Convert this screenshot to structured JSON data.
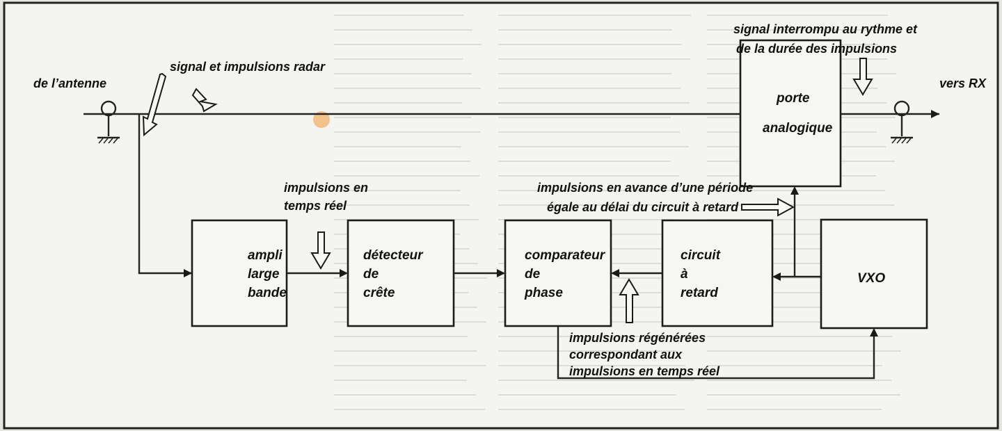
{
  "labels": {
    "antenna": "de l’antenne",
    "signal_pulses": "signal et impulsions radar",
    "rx": "vers RX",
    "gate_note_1": "signal interrompu au rythme et",
    "gate_note_2": "de la durée des impulsions",
    "realtime_1": "impulsions en",
    "realtime_2": "temps réel",
    "advance_1": "impulsions en avance d’une période",
    "advance_2": "égale au délai du circuit à retard",
    "regen_1": "impulsions régénérées",
    "regen_2": "correspondant aux",
    "regen_3": "impulsions en temps réel"
  },
  "blocks": {
    "ampli": [
      "ampli",
      "large",
      "bande"
    ],
    "detecteur": [
      "détecteur",
      "de",
      "crête"
    ],
    "comparateur": [
      "comparateur",
      "de",
      "phase"
    ],
    "retard": [
      "circuit",
      "à",
      "retard"
    ],
    "vxo": [
      "VXO"
    ],
    "porte": [
      "porte",
      "analogique"
    ]
  },
  "colors": {
    "ink": "#1a1a1a",
    "paper": "#f4f4f0",
    "stain": "#f2b77a"
  }
}
